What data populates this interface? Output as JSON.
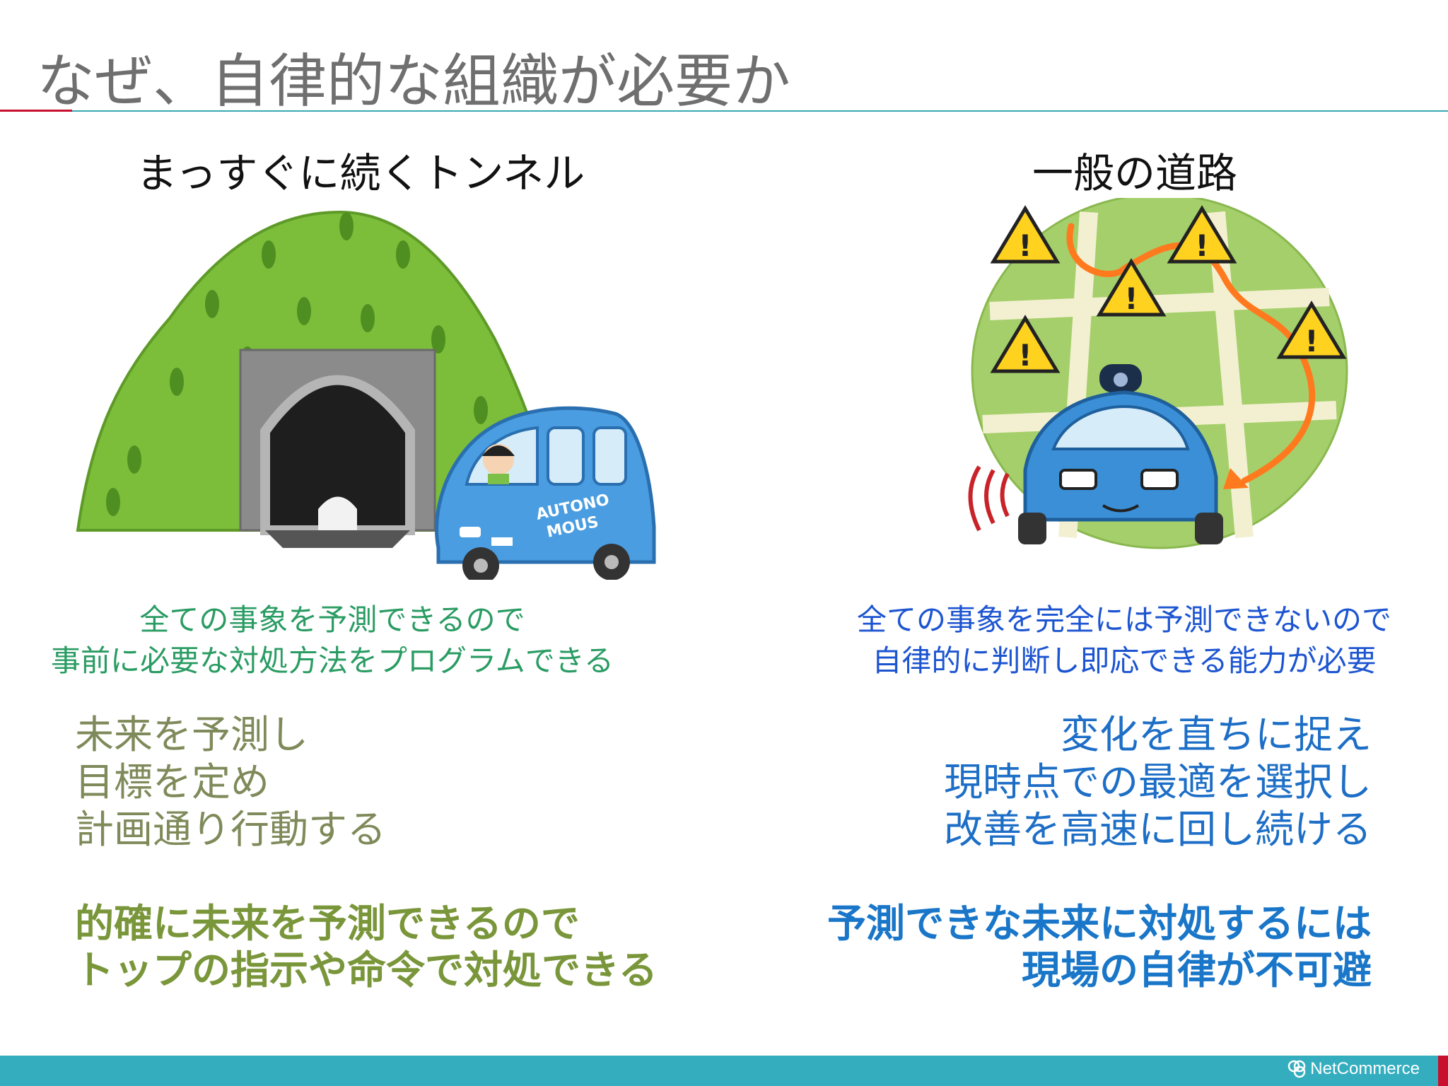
{
  "title": "なぜ、自律的な組織が必要か",
  "left": {
    "heading": "まっすぐに続くトンネル",
    "car_text": [
      "AUTONO",
      "MOUS"
    ],
    "caption": [
      "全ての事象を予測できるので",
      "事前に必要な対処方法をプログラムできる"
    ],
    "list": [
      "未来を予測し",
      "目標を定め",
      "計画通り行動する"
    ],
    "conclusion": [
      "的確に未来を予測できるので",
      "トップの指示や命令で対処できる"
    ]
  },
  "right": {
    "heading": "一般の道路",
    "caption": [
      "全ての事象を完全には予測できないので",
      "自律的に判断し即応できる能力が必要"
    ],
    "list": [
      "変化を直ちに捉え",
      "現時点での最適を選択し",
      "改善を高速に回し続ける"
    ],
    "conclusion": [
      "予測できな未来に対処するには",
      "現場の自律が不可避"
    ]
  },
  "footer": {
    "logo_text": "NetCommerce"
  },
  "colors": {
    "title": "#6f6f6f",
    "accent_red": "#c8102e",
    "teal": "#34aebf",
    "left_caption": "#2a9c63",
    "right_caption": "#1d55d1",
    "left_list": "#7f8a5a",
    "right_list": "#1d6ec6",
    "left_conclusion": "#7a963a",
    "right_conclusion": "#1976c8"
  }
}
